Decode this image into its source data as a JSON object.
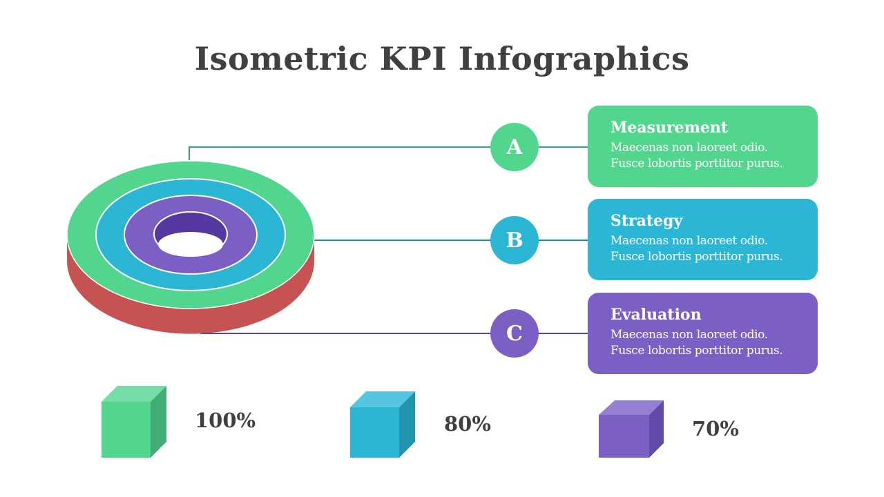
{
  "title": "Isometric KPI Infographics",
  "colors": {
    "green": "#52d68e",
    "green_line": "#2eaf6b",
    "blue": "#2bb6d6",
    "blue_line": "#1f8fa8",
    "purple": "#7c5fc4",
    "purple_line": "#5b3fa8",
    "red_base": "#c65252",
    "inner_hole": "#5539a1",
    "text_dark": "#404040"
  },
  "items": [
    {
      "letter": "A",
      "title": "Measurement",
      "line1": "Maecenas non laoreet odio.",
      "line2": "Fusce lobortis porttitor purus."
    },
    {
      "letter": "B",
      "title": "Strategy",
      "line1": "Maecenas non laoreet odio.",
      "line2": "Fusce lobortis porttitor purus."
    },
    {
      "letter": "C",
      "title": "Evaluation",
      "line1": "Maecenas non laoreet odio.",
      "line2": "Fusce lobortis porttitor purus."
    }
  ],
  "metrics": [
    {
      "value": "100%",
      "icon": "green-cube-icon"
    },
    {
      "value": "80%",
      "icon": "blue-cube-icon"
    },
    {
      "value": "70%",
      "icon": "purple-cube-icon"
    }
  ]
}
